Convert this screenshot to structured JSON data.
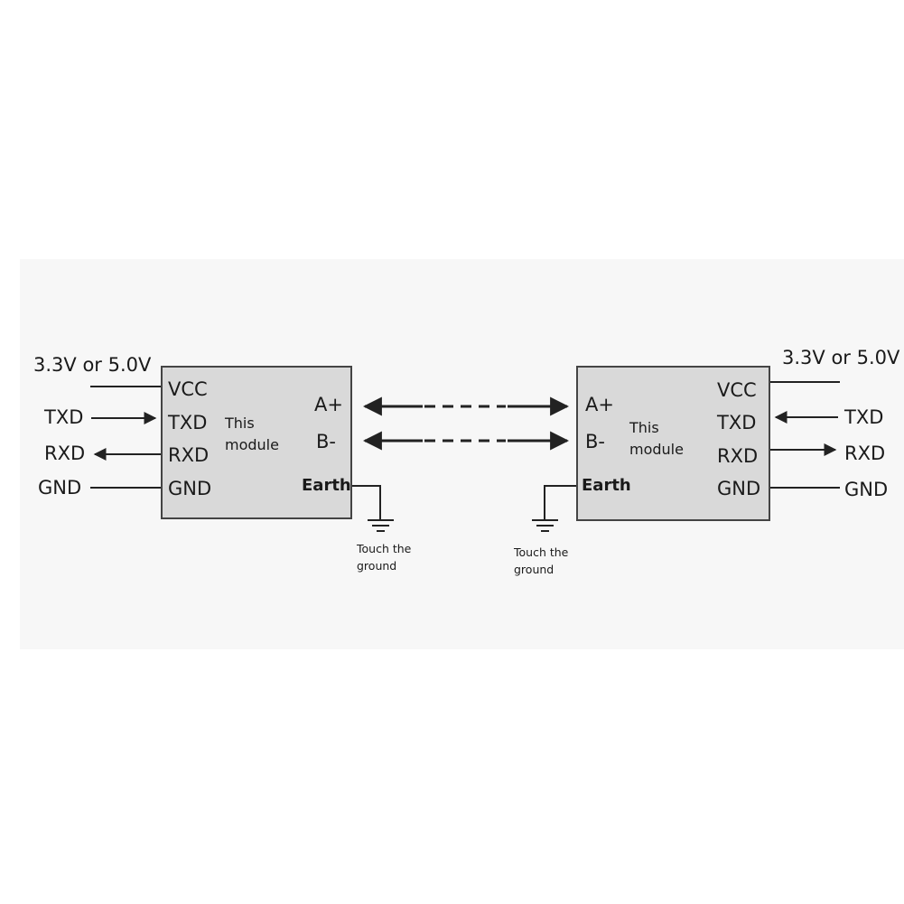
{
  "left": {
    "supply": "3.3V or 5.0V",
    "ext_labels": {
      "txd": "TXD",
      "rxd": "RXD",
      "gnd": "GND"
    },
    "pins": {
      "vcc": "VCC",
      "txd": "TXD",
      "rxd": "RXD",
      "gnd": "GND"
    },
    "module_text": [
      "This",
      "module"
    ],
    "bus": {
      "a": "A+",
      "b": "B-"
    },
    "earth": "Earth",
    "ground_note": [
      "Touch the",
      "ground"
    ]
  },
  "right": {
    "supply": "3.3V or 5.0V",
    "ext_labels": {
      "txd": "TXD",
      "rxd": "RXD",
      "gnd": "GND"
    },
    "pins": {
      "vcc": "VCC",
      "txd": "TXD",
      "rxd": "RXD",
      "gnd": "GND"
    },
    "module_text": [
      "This",
      "module"
    ],
    "bus": {
      "a": "A+",
      "b": "B-"
    },
    "earth": "Earth",
    "ground_note": [
      "Touch the",
      "ground"
    ]
  },
  "colors": {
    "module_fill": "#d9d9d9",
    "line": "#222222",
    "background": "#f7f7f7"
  }
}
